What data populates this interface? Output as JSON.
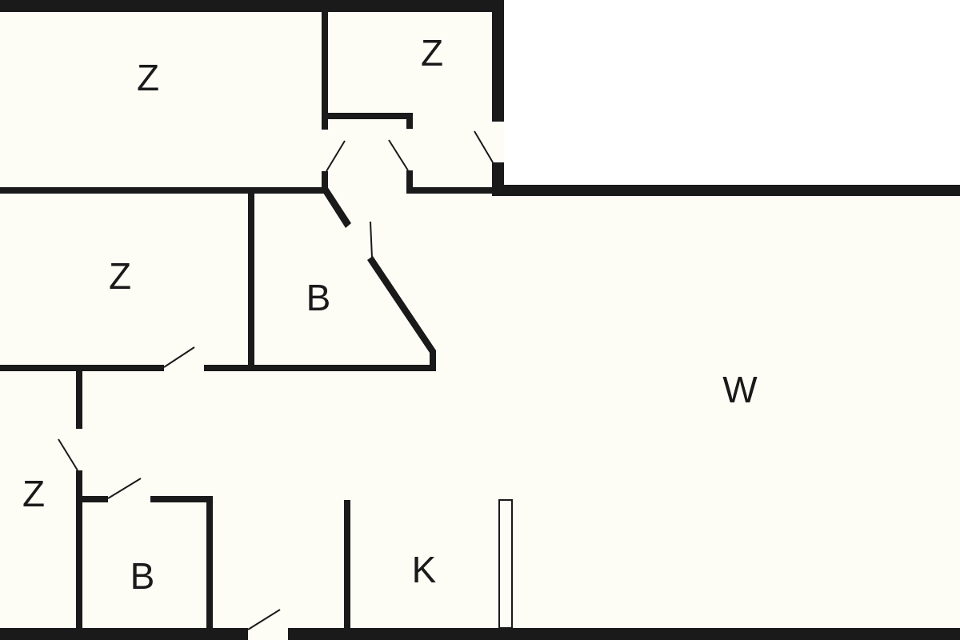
{
  "floorplan": {
    "colors": {
      "floor": "#fdfdf6",
      "wall": "#1a1a1a",
      "outside": "#ffffff"
    },
    "rooms": [
      {
        "id": "room-z-top-left",
        "label": "Z"
      },
      {
        "id": "room-z-top-right",
        "label": "Z"
      },
      {
        "id": "room-z-middle-left",
        "label": "Z"
      },
      {
        "id": "room-b-middle",
        "label": "B"
      },
      {
        "id": "room-w-living",
        "label": "W"
      },
      {
        "id": "room-z-bottom-left",
        "label": "Z"
      },
      {
        "id": "room-b-bottom",
        "label": "B"
      },
      {
        "id": "room-k-kitchen",
        "label": "K"
      }
    ]
  }
}
